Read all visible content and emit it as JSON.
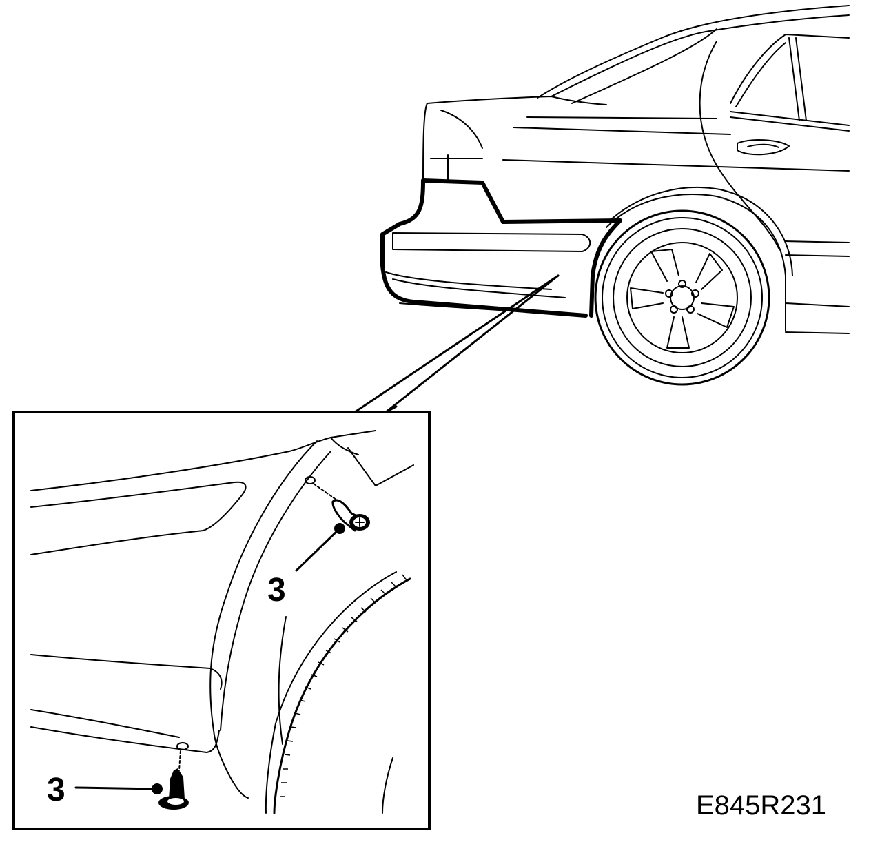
{
  "figure": {
    "code": "E845R231",
    "callouts": [
      {
        "label": "3"
      },
      {
        "label": "3"
      }
    ]
  }
}
